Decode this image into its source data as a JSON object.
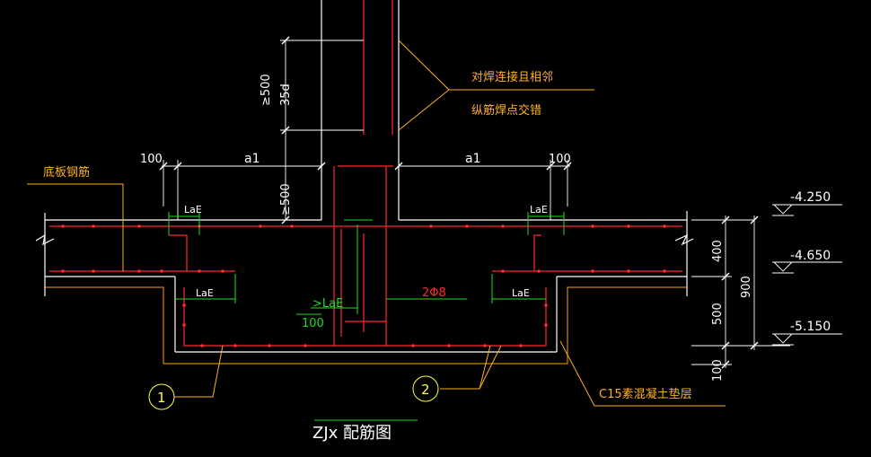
{
  "drawing": {
    "title": "ZJx 配筋图",
    "weld_note_line1": "对焊连接且相邻",
    "weld_note_line2": "纵筋焊点交错",
    "bottom_slab_rebar": "底板钢筋",
    "concrete_cushion": "C15素混凝土垫层",
    "rebar_spec": "2Φ8",
    "anchor_label": "LaE",
    "min_anchor": ">LaE",
    "dim_100": "100",
    "dim_a1": "a1",
    "dim_ge500": "≥500",
    "dim_35d": "35d",
    "dim_400": "400",
    "dim_500": "500",
    "dim_900": "900",
    "elev_1": "-4.250",
    "elev_2": "-4.650",
    "elev_3": "-5.150",
    "callout_1": "1",
    "callout_2": "2"
  },
  "colors": {
    "background": "#000000",
    "concrete": "#ffffff",
    "rebar": "#ff2a2a",
    "dimension": "#ffffff",
    "annotation": "#ffb020",
    "green": "#22dd22",
    "cushion": "#ffa500"
  }
}
